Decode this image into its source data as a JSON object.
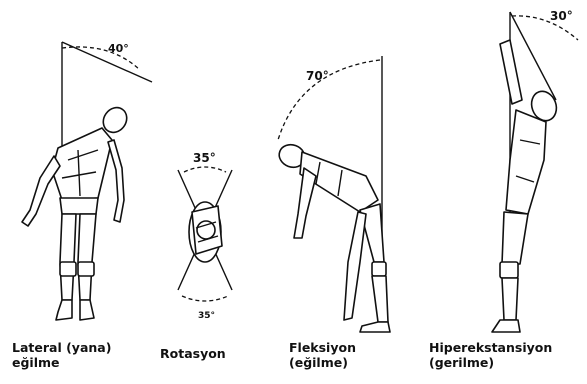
{
  "captions": {
    "lateral_line1": "Lateral (yana)",
    "lateral_line2": "eğilme",
    "rotation": "Rotasyon",
    "flexion_line1": "Fleksiyon",
    "flexion_line2": "(eğilme)",
    "hyper_line1": "Hiperekstansiyon",
    "hyper_line2": "(gerilme)"
  },
  "angles": {
    "lateral": "40°",
    "rotation_top": "35°",
    "rotation_bottom": "35°",
    "flexion": "70°",
    "hyperextension": "30°"
  }
}
